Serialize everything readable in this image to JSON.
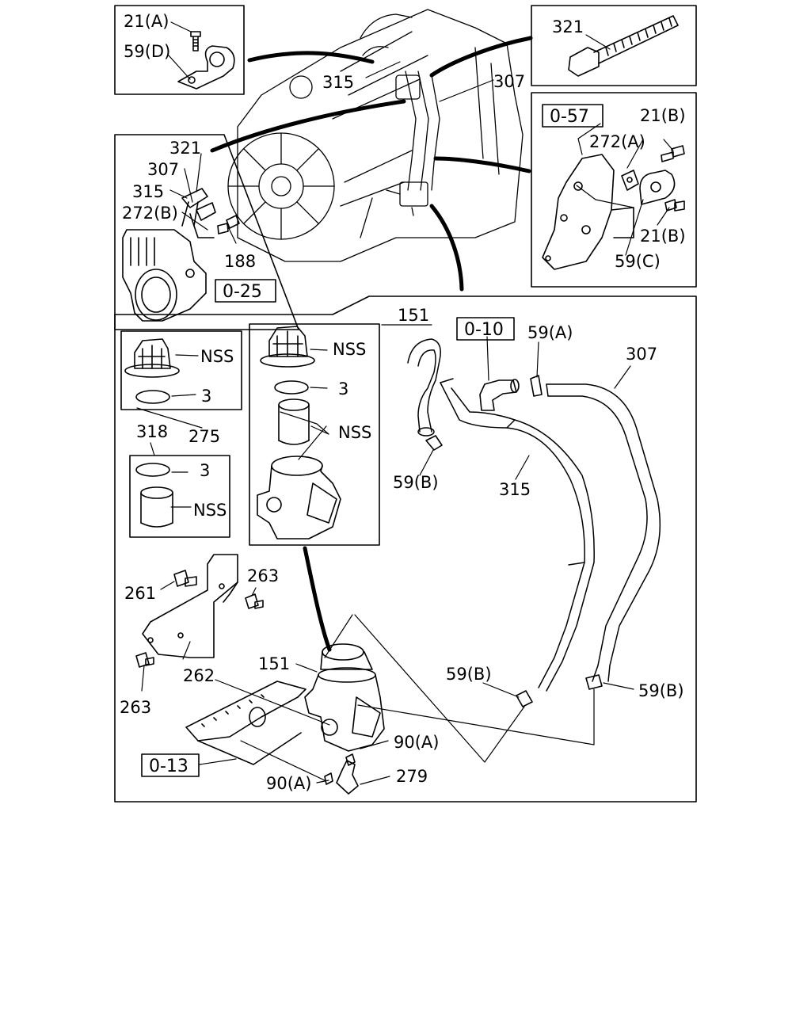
{
  "callouts": {
    "c21a": "21(A)",
    "c59d": "59(D)",
    "c321_top": "321",
    "c315_top": "315",
    "c307_top": "307",
    "ref057": "0-57",
    "c21b_1": "21(B)",
    "c272a": "272(A)",
    "c21b_2": "21(B)",
    "c59c": "59(C)",
    "c321_left": "321",
    "c307_left": "307",
    "c315_left": "315",
    "c272b": "272(B)",
    "c188": "188",
    "ref025": "0-25",
    "c151_top": "151",
    "ref010": "0-10",
    "c59a": "59(A)",
    "c307_main": "307",
    "nss_1": "NSS",
    "c3_1": "3",
    "c275": "275",
    "nss_2": "NSS",
    "c3_2": "3",
    "nss_3": "NSS",
    "c318": "318",
    "c3_3": "3",
    "nss_4": "NSS",
    "c59b_1": "59(B)",
    "c315_main": "315",
    "c261": "261",
    "c263_1": "263",
    "c151_bottom": "151",
    "c262": "262",
    "c263_2": "263",
    "c59b_2": "59(B)",
    "c59b_3": "59(B)",
    "c90a_1": "90(A)",
    "ref013": "0-13",
    "c90a_2": "90(A)",
    "c279": "279"
  },
  "colors": {
    "line": "#000000",
    "background": "#ffffff"
  }
}
